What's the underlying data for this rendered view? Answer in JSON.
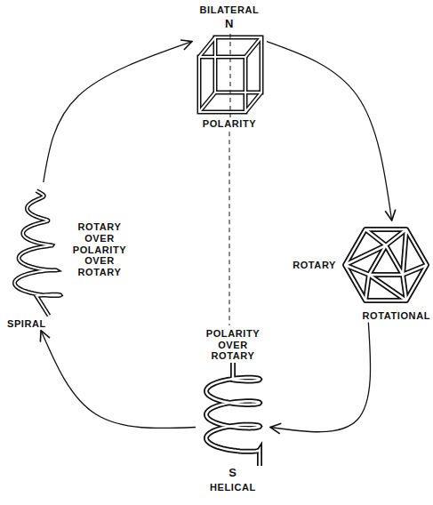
{
  "diagram": {
    "nodes": [
      {
        "text": [
          "BILATERAL",
          "N",
          "POLARITY"
        ]
      },
      {
        "text": [
          "ROTARY",
          "ROTATIONAL"
        ]
      },
      {
        "text": [
          "POLARITY OVER ROTARY",
          "S",
          "HELICAL"
        ]
      },
      {
        "text": [
          "ROTARY OVER POLARITY OVER ROTARY",
          "SPIRAL"
        ]
      }
    ],
    "edges": [
      {
        "from": 0,
        "to": 1,
        "arrow": "to"
      },
      {
        "from": 1,
        "to": 2,
        "arrow": "to"
      },
      {
        "from": 2,
        "to": 3,
        "arrow": "to"
      },
      {
        "from": 3,
        "to": 0,
        "arrow": "to"
      },
      {
        "from": 0,
        "to": 2,
        "arrow": "none"
      }
    ]
  }
}
